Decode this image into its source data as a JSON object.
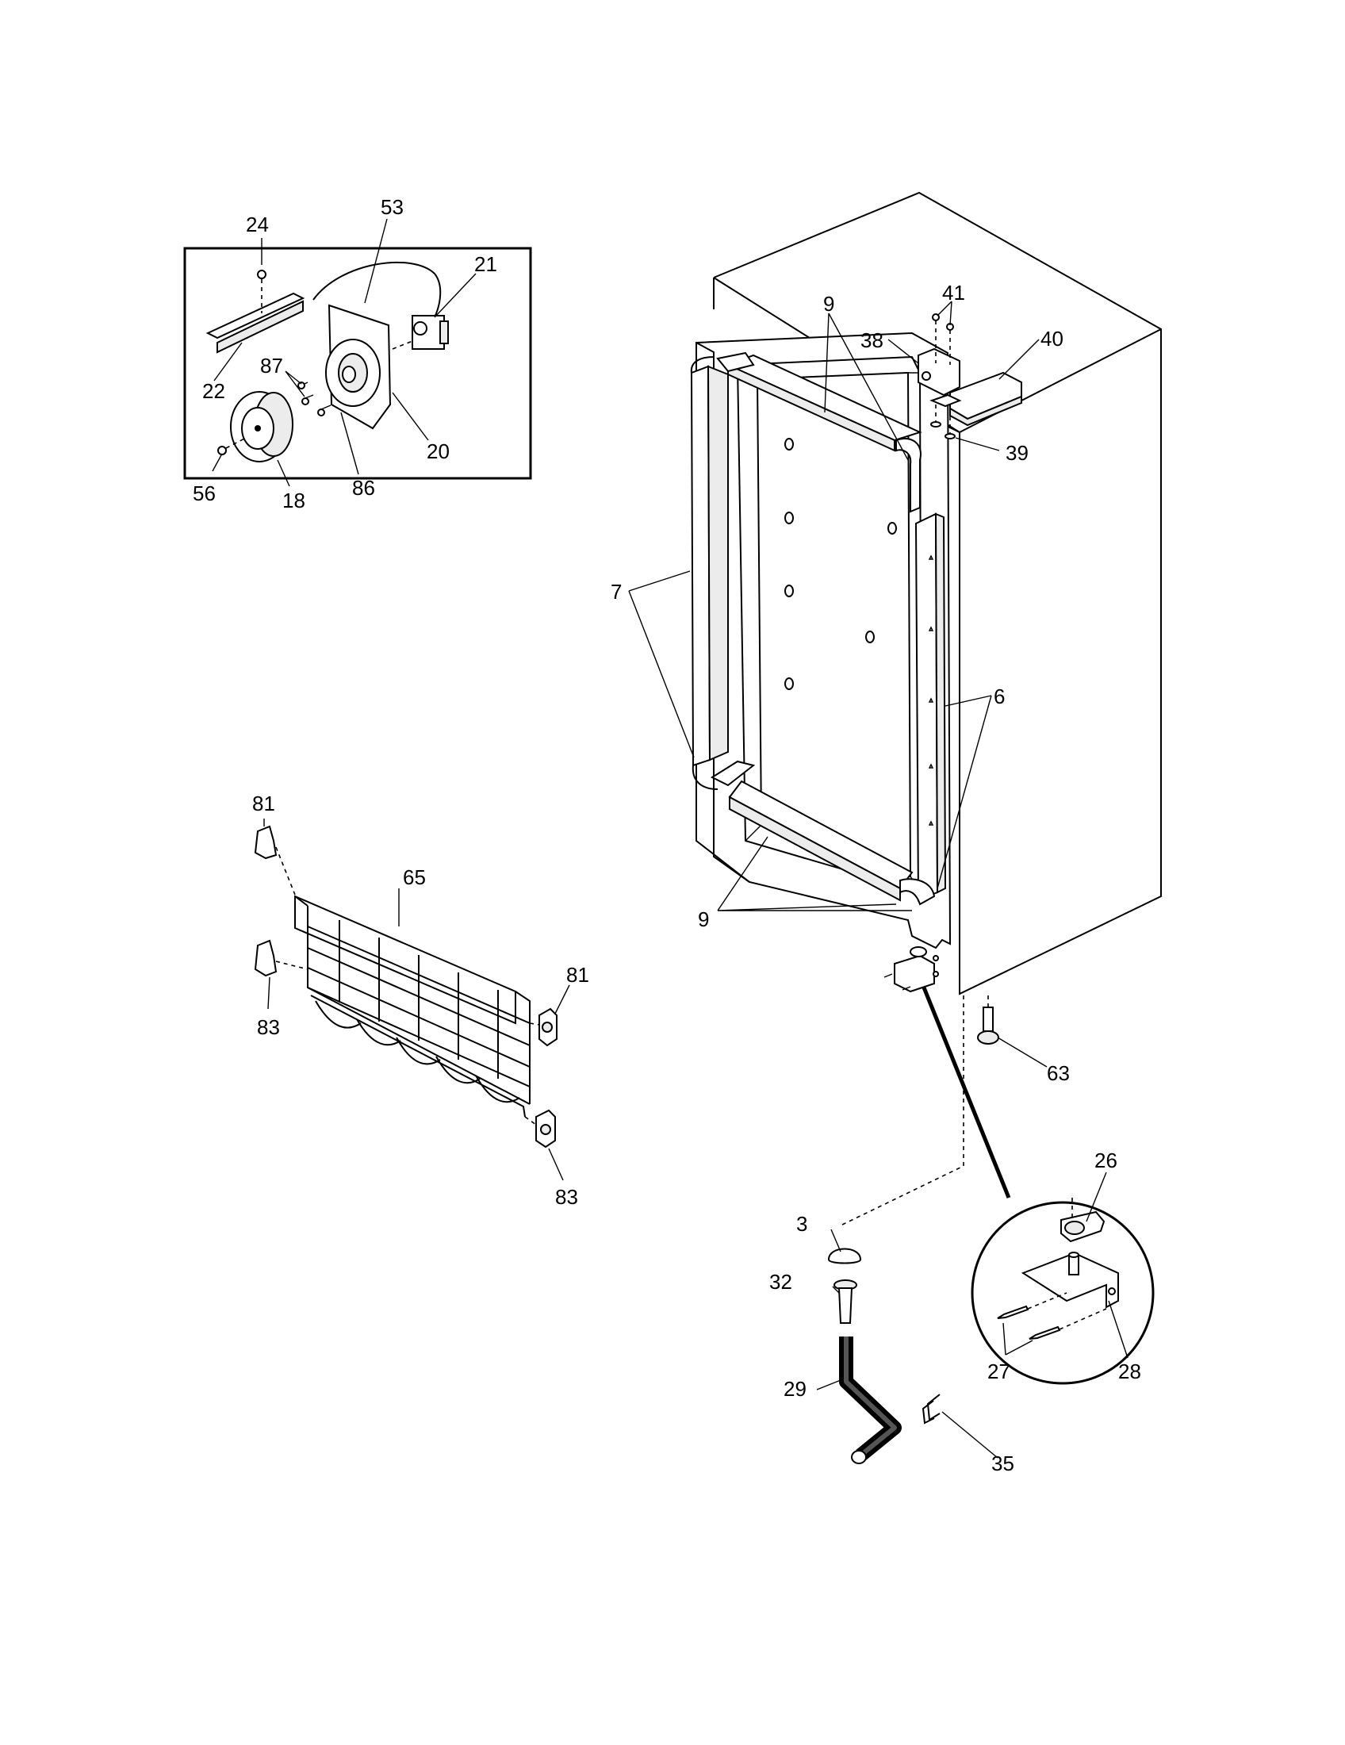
{
  "labels": {
    "l24": "24",
    "l53": "53",
    "l21": "21",
    "l87": "87",
    "l22": "22",
    "l20": "20",
    "l56": "56",
    "l18": "18",
    "l86": "86",
    "l41": "41",
    "l38": "38",
    "l40": "40",
    "l39": "39",
    "l9a": "9",
    "l7": "7",
    "l6": "6",
    "l9b": "9",
    "l81a": "81",
    "l65": "65",
    "l81b": "81",
    "l83a": "83",
    "l83b": "83",
    "l63": "63",
    "l26": "26",
    "l3": "3",
    "l32": "32",
    "l29": "29",
    "l27": "27",
    "l28": "28",
    "l35": "35"
  }
}
